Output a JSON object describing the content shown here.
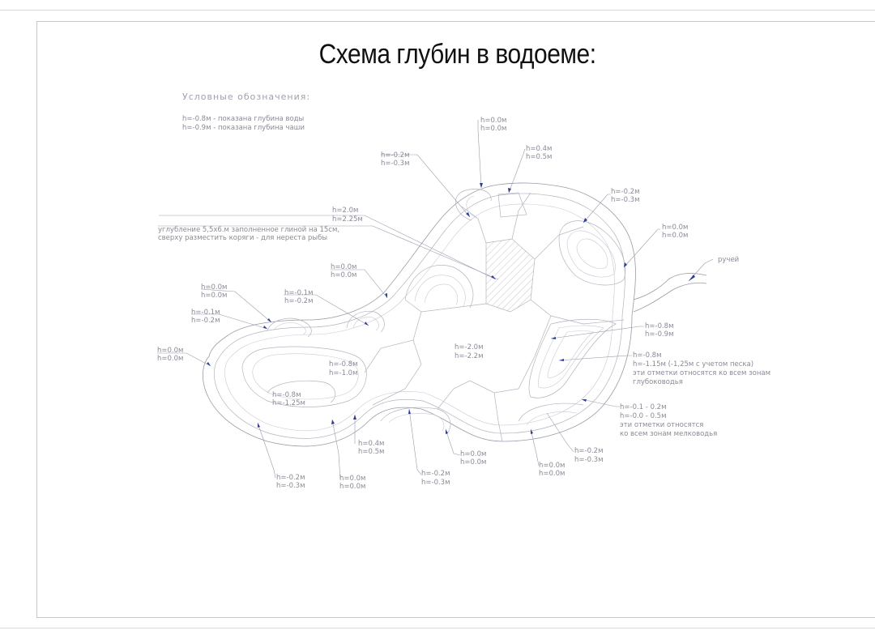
{
  "title": "Схема глубин в водоеме:",
  "legend": {
    "heading": "Условные обозначения:",
    "line1": "h=-0.8м - показана глубина воды",
    "line2": "h=-0.9м - показана глубина чаши"
  },
  "note_pit": {
    "line1": "h=2.0м",
    "line2": "h=2.25м",
    "line3": "углубление 5,5х6.м заполненное глиной на 15см,",
    "line4": "сверху разместить коряги - для нереста рыбы"
  },
  "stream_label": "ручей",
  "labels": [
    {
      "id": "t1",
      "l1": "h=0.0м",
      "l2": "h=0.0м"
    },
    {
      "id": "t2",
      "l1": "h=0.4м",
      "l2": "h=0.5м"
    },
    {
      "id": "t3",
      "l1": "h=-0.2м",
      "l2": "h=-0.3м"
    },
    {
      "id": "t4",
      "l1": "h=-0.2м",
      "l2": "h=-0.3м"
    },
    {
      "id": "t5",
      "l1": "h=0.0м",
      "l2": "h=0.0м"
    },
    {
      "id": "t6",
      "l1": "h=0.0м",
      "l2": "h=0.0м"
    },
    {
      "id": "t7",
      "l1": "h=0.0м",
      "l2": "h=0.0м"
    },
    {
      "id": "t8",
      "l1": "h=-0.1м",
      "l2": "h=-0.2м"
    },
    {
      "id": "t9",
      "l1": "h=-0.1м",
      "l2": "h=-0.2м"
    },
    {
      "id": "t10",
      "l1": "h=0.0м",
      "l2": "h=0.0м"
    },
    {
      "id": "t11",
      "l1": "h=-0.8м",
      "l2": "h=-1.0м"
    },
    {
      "id": "t12",
      "l1": "h=-0.8м",
      "l2": "h=-1.25м"
    },
    {
      "id": "t13",
      "l1": "h=-2.0м",
      "l2": "h=-2.2м"
    },
    {
      "id": "t14",
      "l1": "h=-0.8м",
      "l2": "h=-0.9м"
    },
    {
      "id": "t15",
      "l1": "h=0.4м",
      "l2": "h=0.5м"
    },
    {
      "id": "t16",
      "l1": "h=0.0м",
      "l2": "h=0.0м"
    },
    {
      "id": "t17",
      "l1": "h=-0.2м",
      "l2": "h=-0.3м"
    },
    {
      "id": "t18",
      "l1": "h=0.0м",
      "l2": "h=0.0м"
    },
    {
      "id": "t19",
      "l1": "h=-0.2м",
      "l2": "h=-0.3м"
    },
    {
      "id": "t20",
      "l1": "h=-0.2м",
      "l2": "h=-0.3м"
    },
    {
      "id": "t21",
      "l1": "h=0.0м",
      "l2": "h=0.0м"
    }
  ],
  "note_deep": {
    "l1": "h=-0.8м",
    "l2": "h=-1.15м (-1,25м с учетом песка)",
    "l3": "эти отметки относятся ко всем зонам",
    "l4": "глубоководья"
  },
  "note_shallow": {
    "l1": "h=-0.1 - 0.2м",
    "l2": "h=-0.0 - 0.5м",
    "l3": "эти отметки относятся",
    "l4": "ко всем зонам мелководья"
  }
}
